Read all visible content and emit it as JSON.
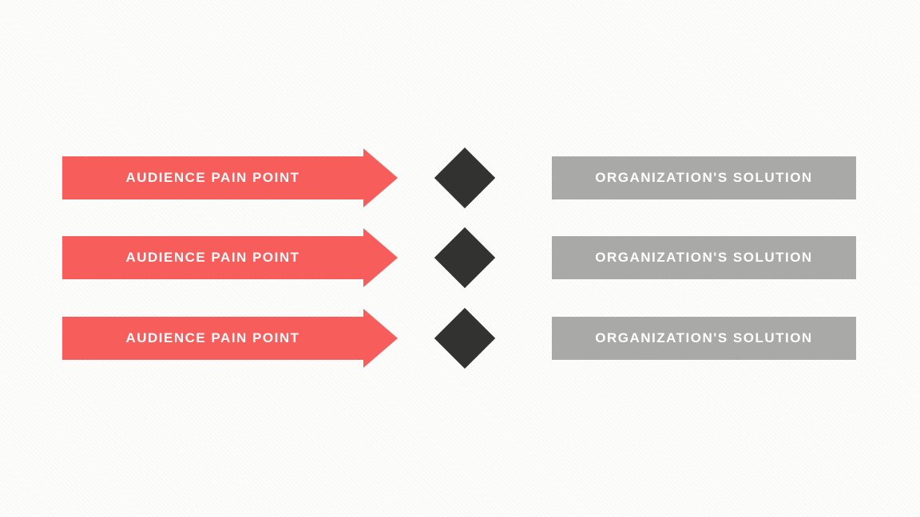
{
  "slide": {
    "background_color": "#fcfcfb",
    "colors": {
      "pain_point_arrow": "#f75d5b",
      "diamond": "#323231",
      "solution_box": "#a9aaa8",
      "label_text": "#fbfbfb"
    },
    "rows": [
      {
        "pain_point_label": "AUDIENCE PAIN POINT",
        "connector_icon": "diamond-icon",
        "solution_label": "ORGANIZATION'S SOLUTION"
      },
      {
        "pain_point_label": "AUDIENCE PAIN POINT",
        "connector_icon": "diamond-icon",
        "solution_label": "ORGANIZATION'S SOLUTION"
      },
      {
        "pain_point_label": "AUDIENCE PAIN POINT",
        "connector_icon": "diamond-icon",
        "solution_label": "ORGANIZATION'S SOLUTION"
      }
    ]
  }
}
